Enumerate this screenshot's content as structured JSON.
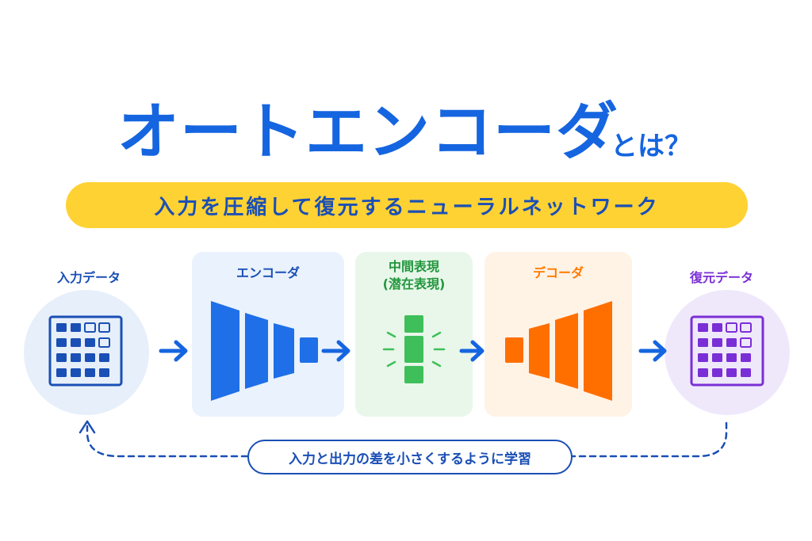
{
  "title": {
    "main": "オートエンコーダ",
    "suffix": "とは？"
  },
  "subtitle": "入力を圧縮して復元するニューラルネットワーク",
  "stages": {
    "input": {
      "label": "入力データ"
    },
    "encoder": {
      "label": "エンコーダ"
    },
    "latent": {
      "label_line1": "中間表現",
      "label_line2": "(潜在表現)"
    },
    "decoder": {
      "label": "デコーダ"
    },
    "output": {
      "label": "復元データ"
    }
  },
  "feedback": {
    "label": "入力と出力の差を小さくするように学習"
  },
  "colors": {
    "blue": "#1565e0",
    "navy": "#1a4fb5",
    "yellow": "#ffd233",
    "green": "#3fbf5a",
    "orange": "#ff6f00",
    "purple": "#7a2fd6"
  },
  "icons": {
    "input_grid": "grid-icon",
    "output_grid": "grid-icon",
    "arrow": "arrow-right-icon",
    "latent_glow": "sparkle-icon",
    "loop": "dashed-loop-arrow-icon"
  }
}
